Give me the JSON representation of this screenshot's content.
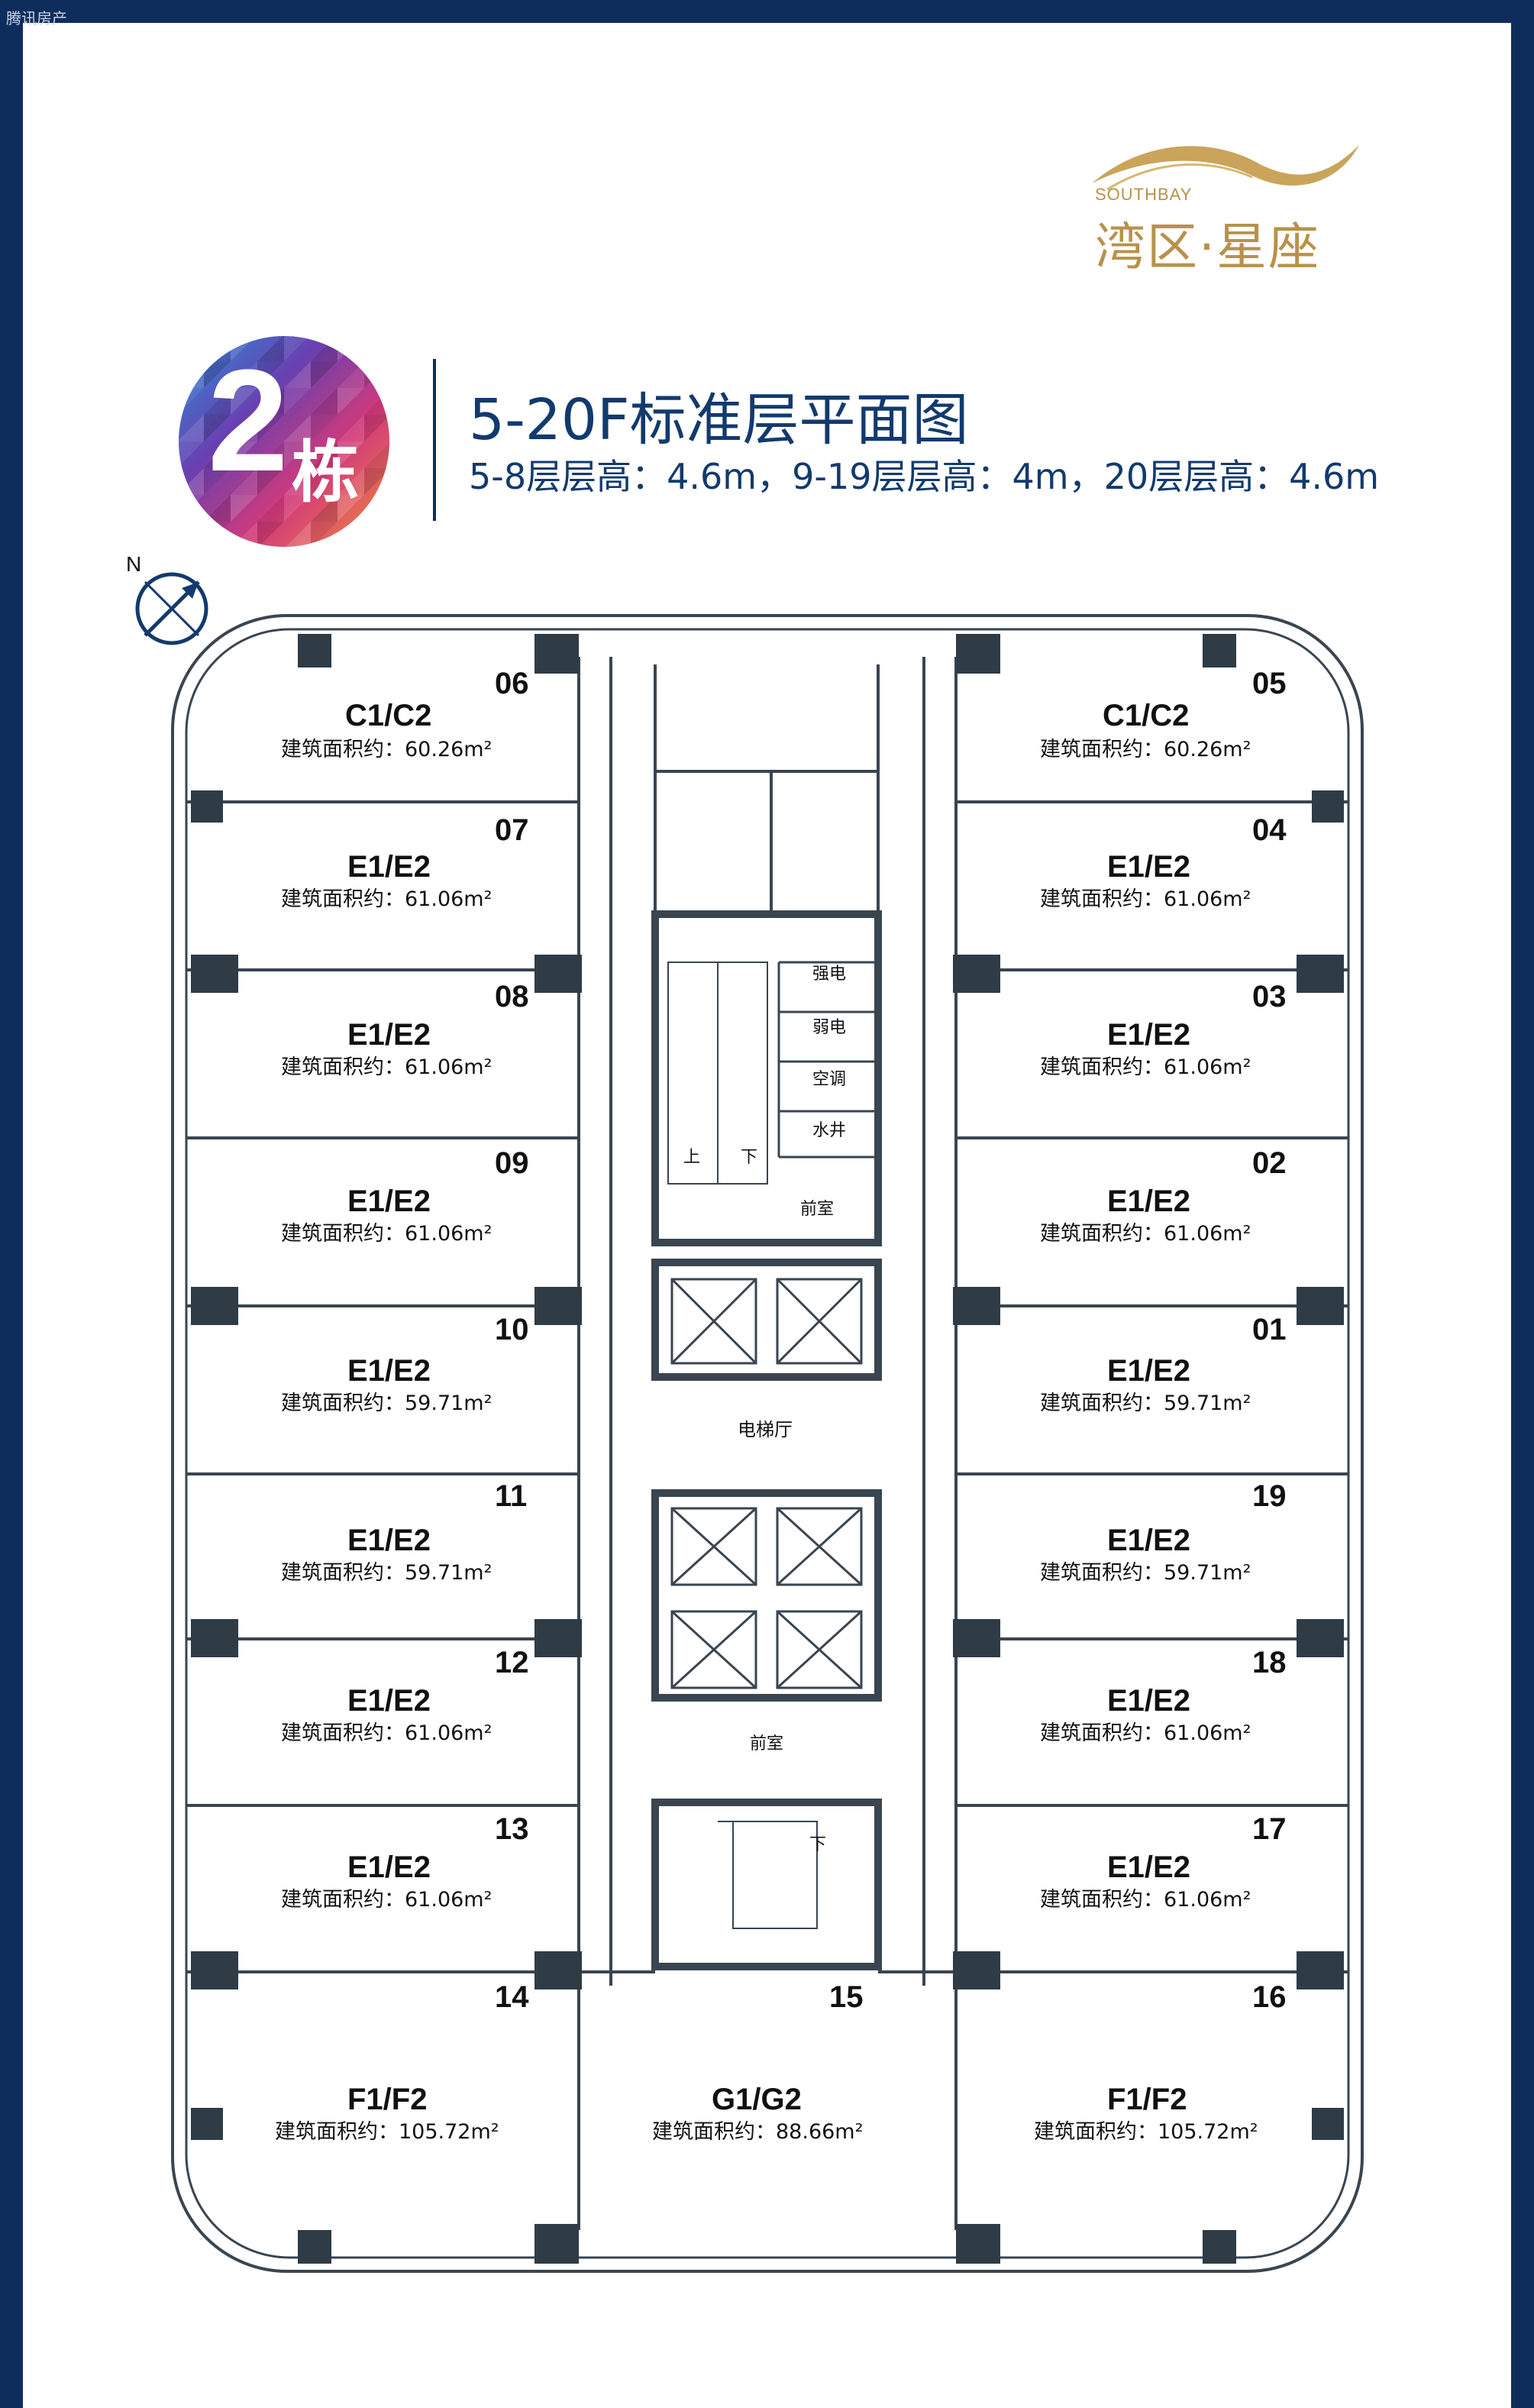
{
  "watermark": "腾讯房产",
  "logo": {
    "english": "SOUTHBAY",
    "chinese": "湾区·星座",
    "color": "#b8924a"
  },
  "badge": {
    "number": "2",
    "suffix": "栋"
  },
  "title": "5-20F标准层平面图",
  "subtitle": "5-8层层高：4.6m，9-19层层高：4m，20层层高：4.6m",
  "compass": {
    "label": "N"
  },
  "colors": {
    "frame": "#0f2d5c",
    "walls": "#3a4550",
    "columns": "#2f3b45",
    "text": "#111111"
  },
  "units": [
    {
      "number": "06",
      "type": "C1/C2",
      "area": "建筑面积约：60.26m²"
    },
    {
      "number": "07",
      "type": "E1/E2",
      "area": "建筑面积约：61.06m²"
    },
    {
      "number": "08",
      "type": "E1/E2",
      "area": "建筑面积约：61.06m²"
    },
    {
      "number": "09",
      "type": "E1/E2",
      "area": "建筑面积约：61.06m²"
    },
    {
      "number": "10",
      "type": "E1/E2",
      "area": "建筑面积约：59.71m²"
    },
    {
      "number": "11",
      "type": "E1/E2",
      "area": "建筑面积约：59.71m²"
    },
    {
      "number": "12",
      "type": "E1/E2",
      "area": "建筑面积约：61.06m²"
    },
    {
      "number": "13",
      "type": "E1/E2",
      "area": "建筑面积约：61.06m²"
    },
    {
      "number": "14",
      "type": "F1/F2",
      "area": "建筑面积约：105.72m²"
    },
    {
      "number": "05",
      "type": "C1/C2",
      "area": "建筑面积约：60.26m²"
    },
    {
      "number": "04",
      "type": "E1/E2",
      "area": "建筑面积约：61.06m²"
    },
    {
      "number": "03",
      "type": "E1/E2",
      "area": "建筑面积约：61.06m²"
    },
    {
      "number": "02",
      "type": "E1/E2",
      "area": "建筑面积约：61.06m²"
    },
    {
      "number": "01",
      "type": "E1/E2",
      "area": "建筑面积约：59.71m²"
    },
    {
      "number": "19",
      "type": "E1/E2",
      "area": "建筑面积约：59.71m²"
    },
    {
      "number": "18",
      "type": "E1/E2",
      "area": "建筑面积约：61.06m²"
    },
    {
      "number": "17",
      "type": "E1/E2",
      "area": "建筑面积约：61.06m²"
    },
    {
      "number": "16",
      "type": "F1/F2",
      "area": "建筑面积约：105.72m²"
    },
    {
      "number": "15",
      "type": "G1/G2",
      "area": "建筑面积约：88.66m²"
    }
  ],
  "core_labels": {
    "strong_power": "强电",
    "weak_power": "弱电",
    "hvac": "空调",
    "water_shaft": "水井",
    "up": "上",
    "down": "下",
    "anteroom_top": "前室",
    "elevator_hall": "电梯厅",
    "anteroom_bottom": "前室",
    "down_bottom": "下"
  }
}
